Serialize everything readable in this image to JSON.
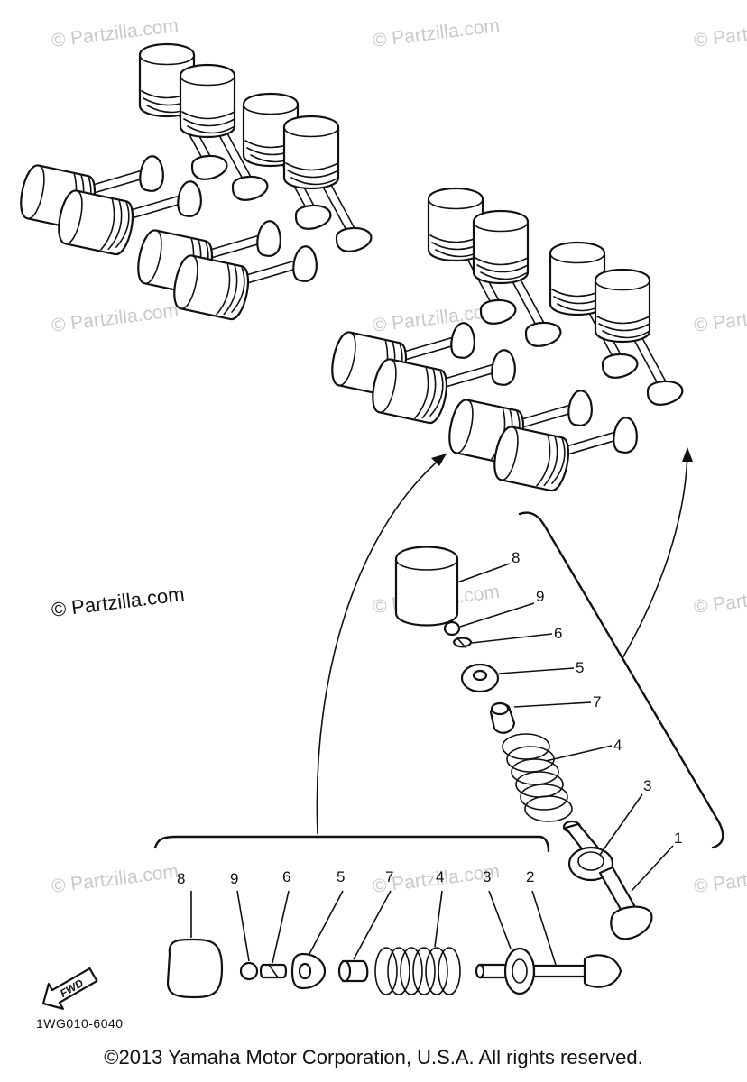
{
  "watermark": "© Partzilla.com",
  "watermark_prominent": "© Partzilla.com",
  "diagram_code": "1WG010-6040",
  "fwd_label": "FWD",
  "copyright": "©2013 Yamaha Motor Corporation, U.S.A. All rights reserved.",
  "callouts_upper": [
    "8",
    "9",
    "6",
    "5",
    "7",
    "4",
    "3",
    "1"
  ],
  "callouts_lower": [
    "8",
    "9",
    "6",
    "5",
    "7",
    "4",
    "3",
    "2"
  ]
}
